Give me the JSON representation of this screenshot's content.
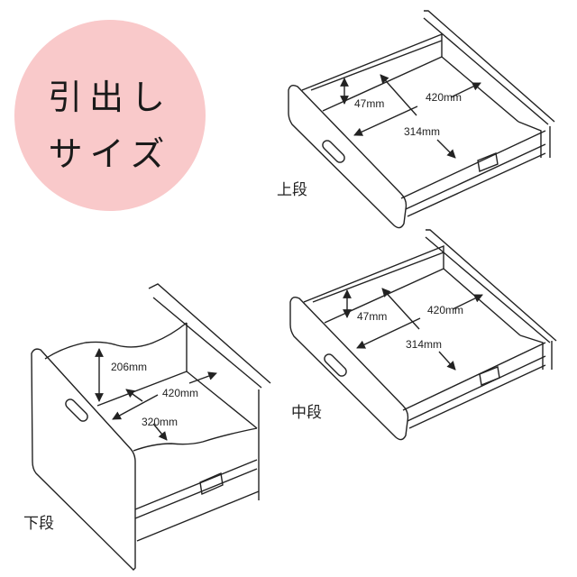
{
  "badge": {
    "line1": "引出し",
    "line2": "サイズ",
    "color": "#f9c9ca"
  },
  "drawers": [
    {
      "label": "上段",
      "height": "47mm",
      "depth": "420mm",
      "width": "314mm"
    },
    {
      "label": "中段",
      "height": "47mm",
      "depth": "420mm",
      "width": "314mm"
    },
    {
      "label": "下段",
      "height": "206mm",
      "depth": "420mm",
      "width": "320mm"
    }
  ]
}
